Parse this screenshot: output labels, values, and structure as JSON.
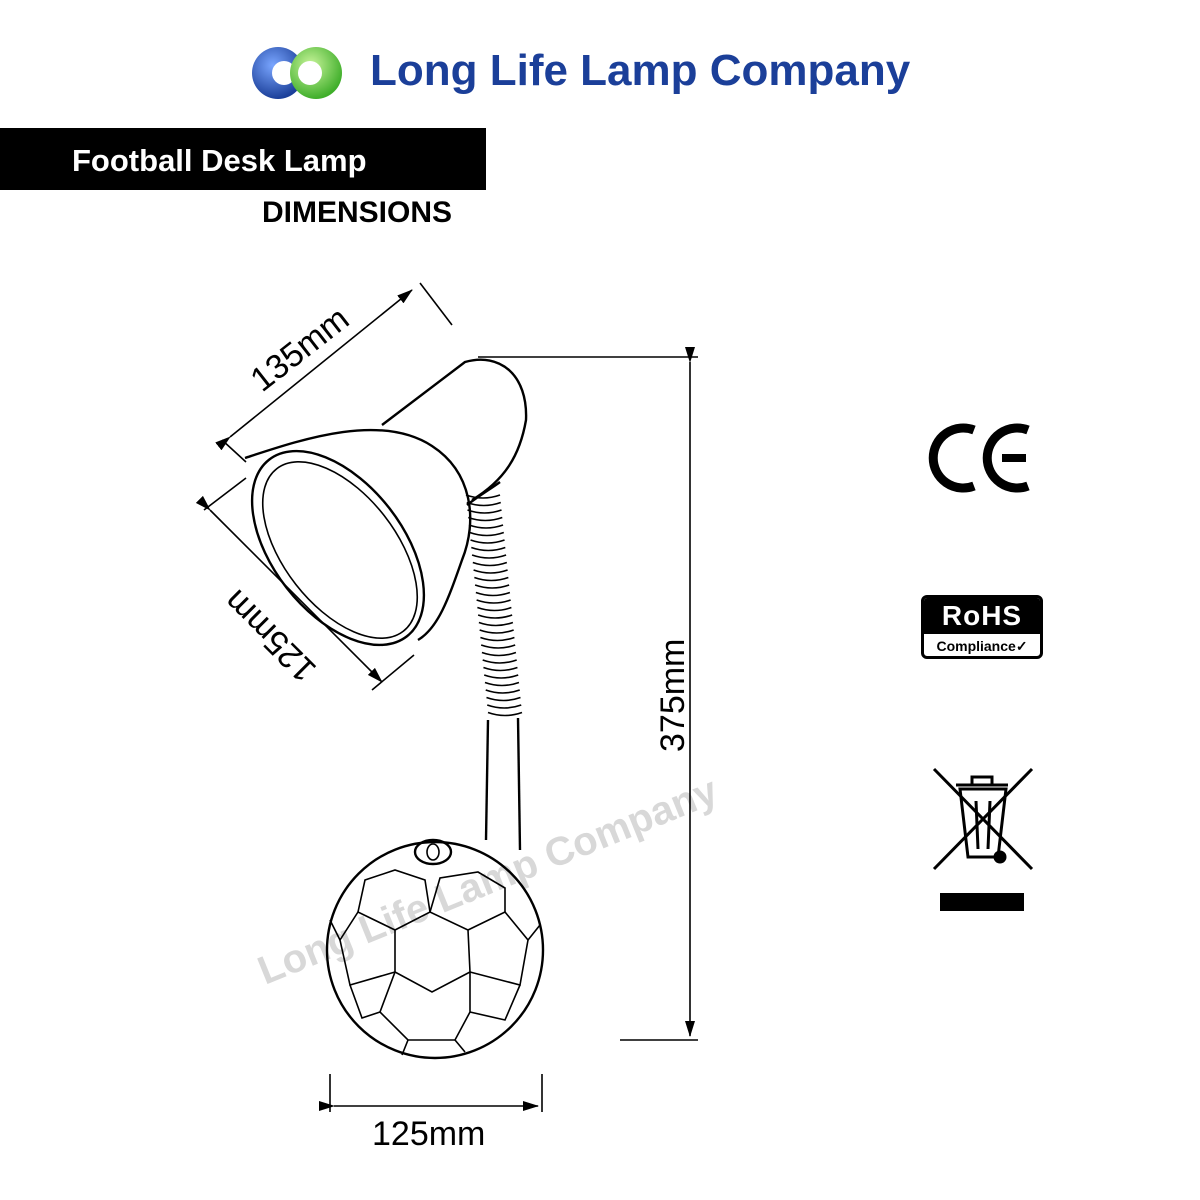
{
  "brand": {
    "name": "Long Life Lamp Company",
    "logo_colors": {
      "blue": "#1b3f99",
      "green": "#5ec33a"
    }
  },
  "product": {
    "title": "Football Desk Lamp",
    "subtitle": "DIMENSIONS"
  },
  "dimensions": {
    "shade_length": "135mm",
    "shade_opening": "125mm",
    "height": "375mm",
    "base_width": "125mm"
  },
  "watermark": "Long Life Lamp Company",
  "certifications": {
    "ce": "CE",
    "rohs_title": "RoHS",
    "rohs_subtitle": "Compliance",
    "weee_icon": "crossed-out-wheelie-bin-icon"
  }
}
